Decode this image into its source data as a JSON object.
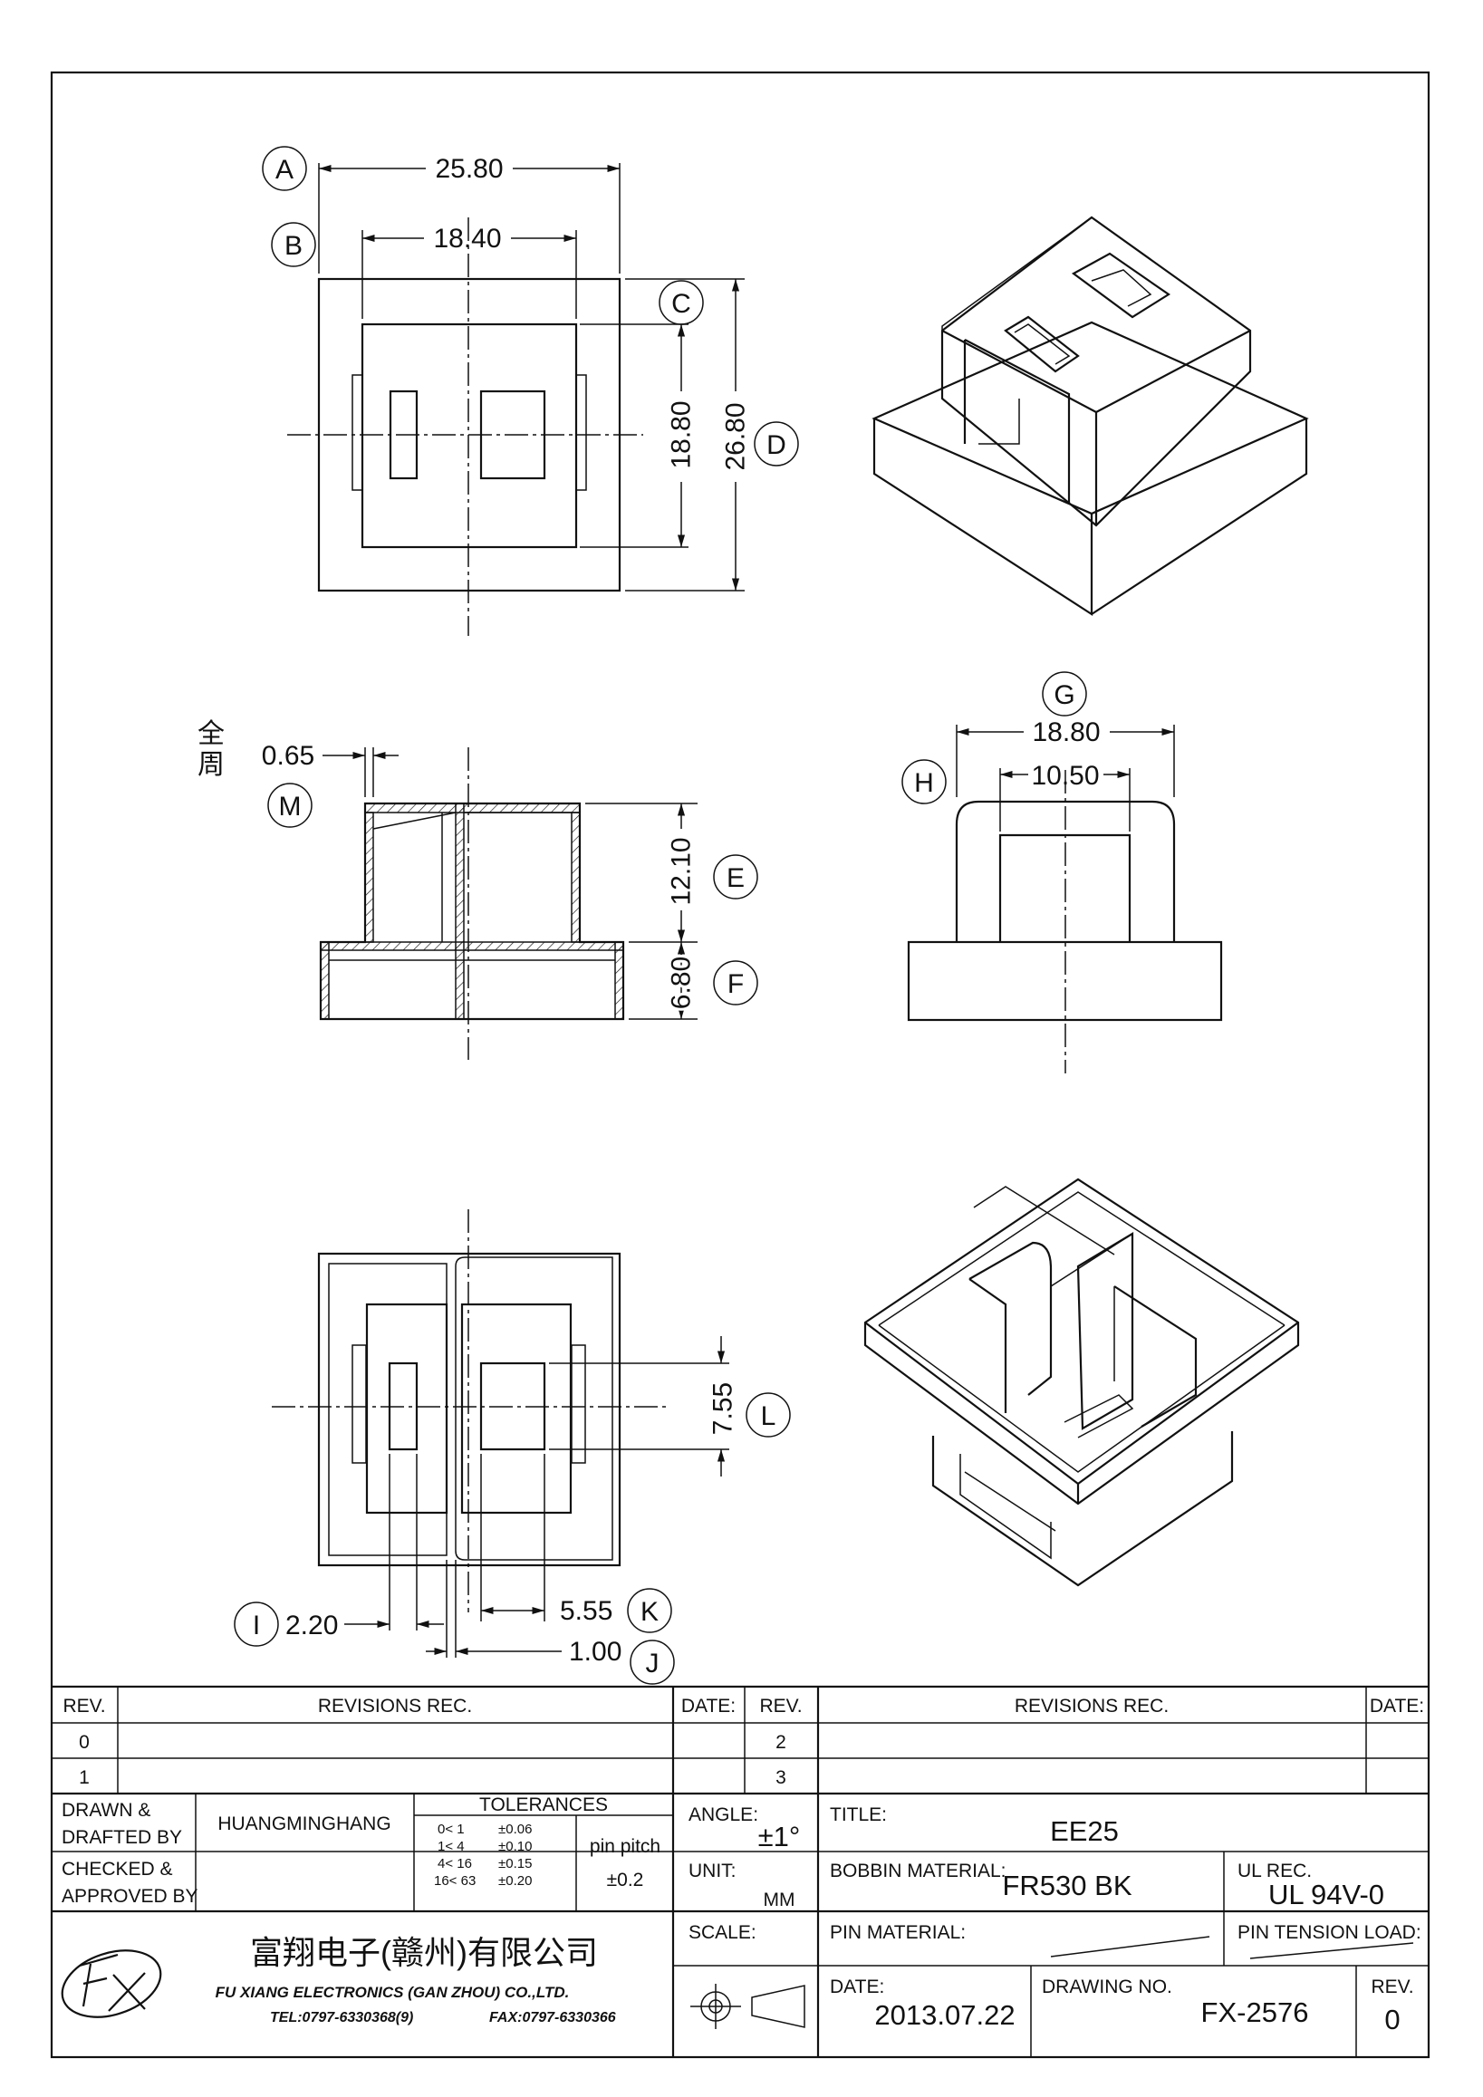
{
  "dimensions": {
    "A": "25.80",
    "B": "18.40",
    "C": "",
    "D": "26.80",
    "C_value": "18.80",
    "E": "12.10",
    "F": "6.80",
    "M": "0.65",
    "G": "18.80",
    "H": "10.50",
    "L": "7.55",
    "I": "2.20",
    "K": "5.55",
    "J": "1.00"
  },
  "markers": [
    "A",
    "B",
    "C",
    "D",
    "E",
    "F",
    "G",
    "H",
    "I",
    "J",
    "K",
    "L",
    "M"
  ],
  "note_all_around": "全周",
  "revision_table": {
    "headers": {
      "rev": "REV.",
      "revisions": "REVISIONS   REC.",
      "date": "DATE:"
    },
    "left_rows": [
      "0",
      "1"
    ],
    "right_rows": [
      "2",
      "3"
    ]
  },
  "title_block": {
    "drawn_label_1": "DRAWN  &",
    "drawn_label_2": "DRAFTED  BY",
    "drawn_value": "HUANGMINGHANG",
    "checked_label_1": "CHECKED  &",
    "checked_label_2": "APPROVED  BY",
    "tolerances_label": "TOLERANCES",
    "tolerance_rows": [
      {
        "range": "0<   1",
        "tol": "±0.06"
      },
      {
        "range": "1<   4",
        "tol": "±0.10"
      },
      {
        "range": "4<   16",
        "tol": "±0.15"
      },
      {
        "range": "16<  63",
        "tol": "±0.20"
      }
    ],
    "pin_pitch_label": "pin  pitch",
    "pin_pitch_value": "±0.2",
    "angle_label": "ANGLE:",
    "angle_value": "±1°",
    "unit_label": "UNIT:",
    "unit_value": "MM",
    "scale_label": "SCALE:",
    "title_label": "TITLE:",
    "title_value": "EE25",
    "bobbin_material_label": "BOBBIN  MATERIAL:",
    "bobbin_material_value": "FR530  BK",
    "ul_rec_label": "UL  REC.",
    "ul_rec_value": "UL  94V-0",
    "pin_material_label": "PIN  MATERIAL:",
    "pin_tension_label": "PIN  TENSION  LOAD:",
    "date_label": "DATE:",
    "date_value": "2013.07.22",
    "drawing_no_label": "DRAWING  NO.",
    "drawing_no_value": "FX-2576",
    "rev_label": "REV.",
    "rev_value": "0",
    "company_cn": "富翔电子(赣州)有限公司",
    "company_en": "FU  XIANG  ELECTRONICS  (GAN  ZHOU)  CO.,LTD.",
    "tel": "TEL:0797-6330368(9)",
    "fax": "FAX:0797-6330366"
  }
}
